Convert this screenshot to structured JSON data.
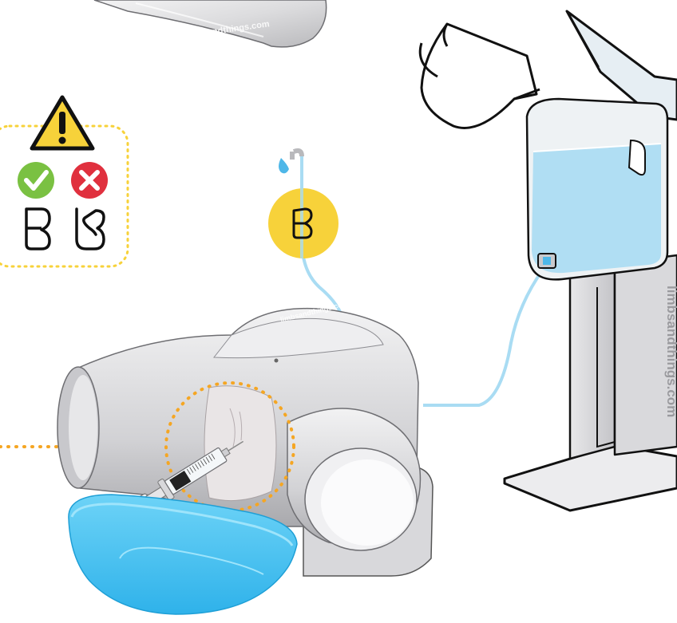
{
  "watermarks": {
    "top_model": "limbsandthings.com",
    "knee_model": "limbsandthings.com",
    "stand": "limbsandthings.com"
  },
  "icons": {
    "warning": "warning-triangle-icon",
    "correct": "check-circle-icon",
    "incorrect": "cross-circle-icon",
    "clamp_closed": "clamp-closed-icon",
    "clamp_open": "clamp-open-icon",
    "clamp_badge": "clamp-closed-icon"
  },
  "colors": {
    "fluid": "#a9dcf3",
    "bowl": "#4ec7f4",
    "badge_yellow": "#f7d23a",
    "dotted_orange": "#f5a623",
    "dotted_yellow": "#f7d23a",
    "correct_green": "#7ac142",
    "incorrect_red": "#e0303e"
  }
}
